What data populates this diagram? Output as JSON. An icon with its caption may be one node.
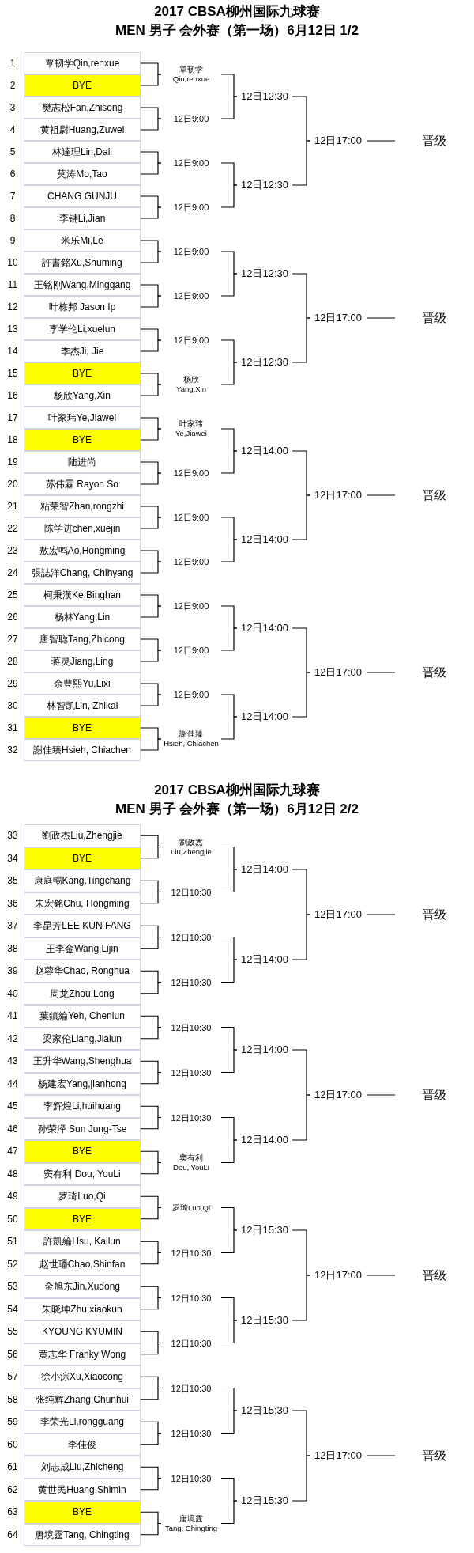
{
  "diagram": {
    "nodes": [
      {
        "text": [
          "覃韧学Qin,renxue"
        ],
        "beside": [
          "1"
        ]
      },
      {
        "text": [
          "BYE"
        ],
        "beside": [
          "2"
        ]
      },
      {
        "text": [
          "樊志松Fan,Zhisong"
        ],
        "beside": [
          "3"
        ]
      },
      {
        "text": [
          "黄祖尉Huang,Zuwei"
        ],
        "beside": [
          "4"
        ]
      },
      {
        "text": [
          "林達理Lin,Dali"
        ],
        "beside": [
          "5"
        ]
      },
      {
        "text": [
          "莫涛Mo,Tao"
        ],
        "beside": [
          "6"
        ]
      },
      {
        "text": [
          "CHANG GUNJU"
        ],
        "beside": [
          "7"
        ]
      },
      {
        "text": [
          "李键Li,Jian"
        ],
        "beside": [
          "8"
        ]
      },
      {
        "text": [
          "米乐Mi,Le"
        ],
        "beside": [
          "9"
        ]
      },
      {
        "text": [
          "許書銘Xu,Shuming"
        ],
        "beside": [
          "10"
        ]
      },
      {
        "text": [
          "王铭刚Wang,Minggang"
        ],
        "beside": [
          "11"
        ]
      },
      {
        "text": [
          "叶栋邦 Jason Ip"
        ],
        "beside": [
          "12"
        ]
      },
      {
        "text": [
          "李学伦Li,xuelun"
        ],
        "beside": [
          "13"
        ]
      },
      {
        "text": [
          "季杰Ji, Jie"
        ],
        "beside": [
          "14"
        ]
      },
      {
        "text": [
          "BYE"
        ],
        "beside": [
          "15"
        ]
      },
      {
        "text": [
          "杨欣Yang,Xin"
        ],
        "beside": [
          "16"
        ]
      },
      {
        "text": [
          "叶家玮Ye,Jiawei"
        ],
        "beside": [
          "17"
        ]
      },
      {
        "text": [
          "BYE"
        ],
        "beside": [
          "18"
        ]
      },
      {
        "text": [
          "陆进尚"
        ],
        "beside": [
          "19"
        ]
      },
      {
        "text": [
          "苏伟霖 Rayon So"
        ],
        "beside": [
          "20"
        ]
      },
      {
        "text": [
          "粘荣智Zhan,rongzhi"
        ],
        "beside": [
          "21"
        ]
      },
      {
        "text": [
          "陈学进chen,xuejin"
        ],
        "beside": [
          "22"
        ]
      },
      {
        "text": [
          "敖宏鸣Ao,Hongming"
        ],
        "beside": [
          "23"
        ]
      },
      {
        "text": [
          "張誌洋Chang, Chihyang"
        ],
        "beside": [
          "24"
        ]
      },
      {
        "text": [
          "柯秉漢Ke,Binghan"
        ],
        "beside": [
          "25"
        ]
      },
      {
        "text": [
          "杨林Yang,Lin"
        ],
        "beside": [
          "26"
        ]
      },
      {
        "text": [
          "唐智聪Tang,Zhicong"
        ],
        "beside": [
          "27"
        ]
      },
      {
        "text": [
          "蒋灵Jiang,Ling"
        ],
        "beside": [
          "28"
        ]
      },
      {
        "text": [
          "余豊熙Yu,Lixi"
        ],
        "beside": [
          "29"
        ]
      },
      {
        "text": [
          "林智凯Lin, Zhikai"
        ],
        "beside": [
          "30"
        ]
      },
      {
        "text": [
          "BYE"
        ],
        "beside": [
          "31"
        ]
      },
      {
        "text": [
          "謝佳臻Hsieh, Chiachen"
        ],
        "beside": [
          "32"
        ]
      },
      {
        "text": [
          "覃韧学",
          "Qin,renxue"
        ]
      },
      {
        "text": [
          "12日9:00"
        ]
      },
      {
        "text": [
          "12日9:00"
        ]
      },
      {
        "text": [
          "12日9:00"
        ]
      },
      {
        "text": [
          "12日9:00"
        ]
      },
      {
        "text": [
          "12日9:00"
        ]
      },
      {
        "text": [
          "12日9:00"
        ]
      },
      {
        "text": [
          "杨欣",
          "Yang,Xin"
        ]
      },
      {
        "text": [
          "叶家玮",
          "Ye,Jiawei"
        ]
      },
      {
        "text": [
          "12日9:00"
        ]
      },
      {
        "text": [
          "12日9:00"
        ]
      },
      {
        "text": [
          "12日9:00"
        ]
      },
      {
        "text": [
          "12日9:00"
        ]
      },
      {
        "text": [
          "12日9:00"
        ]
      },
      {
        "text": [
          "12日9:00"
        ]
      },
      {
        "text": [
          "謝佳臻",
          "Hsieh, Chiachen"
        ]
      },
      {
        "text": [
          "12日12:30"
        ]
      },
      {
        "text": [
          "12日12:30"
        ]
      },
      {
        "text": [
          "12日12:30"
        ]
      },
      {
        "text": [
          "12日12:30"
        ]
      },
      {
        "text": [
          "12日14:00"
        ]
      },
      {
        "text": [
          "12日14:00"
        ]
      },
      {
        "text": [
          "12日14:00"
        ]
      },
      {
        "text": [
          "12日14:00"
        ]
      },
      {
        "text": [
          "12日17:00"
        ]
      },
      {
        "text": [
          "12日17:00"
        ]
      },
      {
        "text": [
          "12日17:00"
        ]
      },
      {
        "text": [
          "12日17:00"
        ]
      },
      {
        "text": [
          "晋级"
        ]
      },
      {
        "text": [
          "晋级"
        ]
      },
      {
        "text": [
          "晋级"
        ]
      },
      {
        "text": [
          "晋级"
        ]
      },
      {
        "text": [
          "劉政杰Liu,Zhengjie"
        ],
        "beside": [
          "33"
        ]
      },
      {
        "text": [
          "BYE"
        ],
        "beside": [
          "34"
        ]
      },
      {
        "text": [
          "康庭暢Kang,Tingchang"
        ],
        "beside": [
          "35"
        ]
      },
      {
        "text": [
          "朱宏銘Chu, Hongming"
        ],
        "beside": [
          "36"
        ]
      },
      {
        "text": [
          "李昆芳LEE KUN FANG"
        ],
        "beside": [
          "37"
        ]
      },
      {
        "text": [
          "王李金Wang,Lijin"
        ],
        "beside": [
          "38"
        ]
      },
      {
        "text": [
          "赵蓉华Chao, Ronghua"
        ],
        "beside": [
          "39"
        ]
      },
      {
        "text": [
          "周龙Zhou,Long"
        ],
        "beside": [
          "40"
        ]
      },
      {
        "text": [
          "葉鎮綸Yeh, Chenlun"
        ],
        "beside": [
          "41"
        ]
      },
      {
        "text": [
          "梁家伦Liang,Jialun"
        ],
        "beside": [
          "42"
        ]
      },
      {
        "text": [
          "王升华Wang,Shenghua"
        ],
        "beside": [
          "43"
        ]
      },
      {
        "text": [
          "杨建宏Yang,jianhong"
        ],
        "beside": [
          "44"
        ]
      },
      {
        "text": [
          "李辉煌Li,huihuang"
        ],
        "beside": [
          "45"
        ]
      },
      {
        "text": [
          "孙荣泽 Sun Jung-Tse"
        ],
        "beside": [
          "46"
        ]
      },
      {
        "text": [
          "BYE"
        ],
        "beside": [
          "47"
        ]
      },
      {
        "text": [
          "窦有利 Dou, YouLi"
        ],
        "beside": [
          "48"
        ]
      },
      {
        "text": [
          "罗琦Luo,Qi"
        ],
        "beside": [
          "49"
        ]
      },
      {
        "text": [
          "BYE"
        ],
        "beside": [
          "50"
        ]
      },
      {
        "text": [
          "許凱綸Hsu, Kailun"
        ],
        "beside": [
          "51"
        ]
      },
      {
        "text": [
          "赵世璠Chao,Shinfan"
        ],
        "beside": [
          "52"
        ]
      },
      {
        "text": [
          "金旭东Jin,Xudong"
        ],
        "beside": [
          "53"
        ]
      },
      {
        "text": [
          "朱晓坤Zhu,xiaokun"
        ],
        "beside": [
          "54"
        ]
      },
      {
        "text": [
          "KYOUNG KYUMIN"
        ],
        "beside": [
          "55"
        ]
      },
      {
        "text": [
          "黄志华 Franky Wong"
        ],
        "beside": [
          "56"
        ]
      },
      {
        "text": [
          "徐小淙Xu,Xiaocong"
        ],
        "beside": [
          "57"
        ]
      },
      {
        "text": [
          "张纯辉Zhang,Chunhui"
        ],
        "beside": [
          "58"
        ]
      },
      {
        "text": [
          "李荣光Li,rongguang"
        ],
        "beside": [
          "59"
        ]
      },
      {
        "text": [
          "李佳俊"
        ],
        "beside": [
          "60"
        ]
      },
      {
        "text": [
          "刘志成Liu,Zhicheng"
        ],
        "beside": [
          "61"
        ]
      },
      {
        "text": [
          "黄世民Huang,Shimin"
        ],
        "beside": [
          "62"
        ]
      },
      {
        "text": [
          "BYE"
        ],
        "beside": [
          "63"
        ]
      },
      {
        "text": [
          "唐境霆Tang, Chingting"
        ],
        "beside": [
          "64"
        ]
      },
      {
        "text": [
          "劉政杰",
          "Liu,Zhengjie"
        ]
      },
      {
        "text": [
          "12日10:30"
        ]
      },
      {
        "text": [
          "12日10:30"
        ]
      },
      {
        "text": [
          "12日10:30"
        ]
      },
      {
        "text": [
          "12日10:30"
        ]
      },
      {
        "text": [
          "12日10:30"
        ]
      },
      {
        "text": [
          "12日10:30"
        ]
      },
      {
        "text": [
          "窦有利",
          "Dou, YouLi"
        ]
      },
      {
        "text": [
          "罗琦Luo,Qi"
        ]
      },
      {
        "text": [
          "12日10:30"
        ]
      },
      {
        "text": [
          "12日10:30"
        ]
      },
      {
        "text": [
          "12日10:30"
        ]
      },
      {
        "text": [
          "12日10:30"
        ]
      },
      {
        "text": [
          "12日10:30"
        ]
      },
      {
        "text": [
          "12日10:30"
        ]
      },
      {
        "text": [
          "唐境霆",
          "Tang, Chingting"
        ]
      },
      {
        "text": [
          "12日14:00"
        ]
      },
      {
        "text": [
          "12日14:00"
        ]
      },
      {
        "text": [
          "12日14:00"
        ]
      },
      {
        "text": [
          "12日14:00"
        ]
      },
      {
        "text": [
          "12日15:30"
        ]
      },
      {
        "text": [
          "12日15:30"
        ]
      },
      {
        "text": [
          "12日15:30"
        ]
      },
      {
        "text": [
          "12日15:30"
        ]
      },
      {
        "text": [
          "12日17:00"
        ]
      },
      {
        "text": [
          "12日17:00"
        ]
      },
      {
        "text": [
          "12日17:00"
        ]
      },
      {
        "text": [
          "12日17:00"
        ]
      },
      {
        "text": [
          "晋级"
        ]
      },
      {
        "text": [
          "晋级"
        ]
      },
      {
        "text": [
          "晋级"
        ]
      },
      {
        "text": [
          "晋级"
        ]
      }
    ],
    "edges": [
      {
        "from": 0,
        "to": 32,
        "arrow": "none"
      },
      {
        "from": 1,
        "to": 32,
        "arrow": "none"
      },
      {
        "from": 2,
        "to": 33,
        "arrow": "none"
      },
      {
        "from": 3,
        "to": 33,
        "arrow": "none"
      },
      {
        "from": 4,
        "to": 34,
        "arrow": "none"
      },
      {
        "from": 5,
        "to": 34,
        "arrow": "none"
      },
      {
        "from": 6,
        "to": 35,
        "arrow": "none"
      },
      {
        "from": 7,
        "to": 35,
        "arrow": "none"
      },
      {
        "from": 8,
        "to": 36,
        "arrow": "none"
      },
      {
        "from": 9,
        "to": 36,
        "arrow": "none"
      },
      {
        "from": 10,
        "to": 37,
        "arrow": "none"
      },
      {
        "from": 11,
        "to": 37,
        "arrow": "none"
      },
      {
        "from": 12,
        "to": 38,
        "arrow": "none"
      },
      {
        "from": 13,
        "to": 38,
        "arrow": "none"
      },
      {
        "from": 14,
        "to": 39,
        "arrow": "none"
      },
      {
        "from": 15,
        "to": 39,
        "arrow": "none"
      },
      {
        "from": 16,
        "to": 40,
        "arrow": "none"
      },
      {
        "from": 17,
        "to": 40,
        "arrow": "none"
      },
      {
        "from": 18,
        "to": 41,
        "arrow": "none"
      },
      {
        "from": 19,
        "to": 41,
        "arrow": "none"
      },
      {
        "from": 20,
        "to": 42,
        "arrow": "none"
      },
      {
        "from": 21,
        "to": 42,
        "arrow": "none"
      },
      {
        "from": 22,
        "to": 43,
        "arrow": "none"
      },
      {
        "from": 23,
        "to": 43,
        "arrow": "none"
      },
      {
        "from": 24,
        "to": 44,
        "arrow": "none"
      },
      {
        "from": 25,
        "to": 44,
        "arrow": "none"
      },
      {
        "from": 26,
        "to": 45,
        "arrow": "none"
      },
      {
        "from": 27,
        "to": 45,
        "arrow": "none"
      },
      {
        "from": 28,
        "to": 46,
        "arrow": "none"
      },
      {
        "from": 29,
        "to": 46,
        "arrow": "none"
      },
      {
        "from": 30,
        "to": 47,
        "arrow": "none"
      },
      {
        "from": 31,
        "to": 47,
        "arrow": "none"
      },
      {
        "from": 32,
        "to": 48,
        "arrow": "none"
      },
      {
        "from": 33,
        "to": 48,
        "arrow": "none"
      },
      {
        "from": 34,
        "to": 49,
        "arrow": "none"
      },
      {
        "from": 35,
        "to": 49,
        "arrow": "none"
      },
      {
        "from": 36,
        "to": 50,
        "arrow": "none"
      },
      {
        "from": 37,
        "to": 50,
        "arrow": "none"
      },
      {
        "from": 38,
        "to": 51,
        "arrow": "none"
      },
      {
        "from": 39,
        "to": 51,
        "arrow": "none"
      },
      {
        "from": 40,
        "to": 52,
        "arrow": "none"
      },
      {
        "from": 41,
        "to": 52,
        "arrow": "none"
      },
      {
        "from": 42,
        "to": 53,
        "arrow": "none"
      },
      {
        "from": 43,
        "to": 53,
        "arrow": "none"
      },
      {
        "from": 44,
        "to": 54,
        "arrow": "none"
      },
      {
        "from": 45,
        "to": 54,
        "arrow": "none"
      },
      {
        "from": 46,
        "to": 55,
        "arrow": "none"
      },
      {
        "from": 47,
        "to": 55,
        "arrow": "none"
      },
      {
        "from": 48,
        "to": 56,
        "arrow": "none"
      },
      {
        "from": 49,
        "to": 56,
        "arrow": "none"
      },
      {
        "from": 50,
        "to": 57,
        "arrow": "none"
      },
      {
        "from": 51,
        "to": 57,
        "arrow": "none"
      },
      {
        "from": 52,
        "to": 58,
        "arrow": "none"
      },
      {
        "from": 53,
        "to": 58,
        "arrow": "none"
      },
      {
        "from": 54,
        "to": 59,
        "arrow": "none"
      },
      {
        "from": 55,
        "to": 59,
        "arrow": "none"
      },
      {
        "from": 56,
        "to": 60,
        "arrow": "none"
      },
      {
        "from": 57,
        "to": 61,
        "arrow": "none"
      },
      {
        "from": 58,
        "to": 62,
        "arrow": "none"
      },
      {
        "from": 59,
        "to": 63,
        "arrow": "none"
      },
      {
        "from": 64,
        "to": 96,
        "arrow": "none"
      },
      {
        "from": 65,
        "to": 96,
        "arrow": "none"
      },
      {
        "from": 66,
        "to": 97,
        "arrow": "none"
      },
      {
        "from": 67,
        "to": 97,
        "arrow": "none"
      },
      {
        "from": 68,
        "to": 98,
        "arrow": "none"
      },
      {
        "from": 69,
        "to": 98,
        "arrow": "none"
      },
      {
        "from": 70,
        "to": 99,
        "arrow": "none"
      },
      {
        "from": 71,
        "to": 99,
        "arrow": "none"
      },
      {
        "from": 72,
        "to": 100,
        "arrow": "none"
      },
      {
        "from": 73,
        "to": 100,
        "arrow": "none"
      },
      {
        "from": 74,
        "to": 101,
        "arrow": "none"
      },
      {
        "from": 75,
        "to": 101,
        "arrow": "none"
      },
      {
        "from": 76,
        "to": 102,
        "arrow": "none"
      },
      {
        "from": 77,
        "to": 102,
        "arrow": "none"
      },
      {
        "from": 78,
        "to": 103,
        "arrow": "none"
      },
      {
        "from": 79,
        "to": 103,
        "arrow": "none"
      },
      {
        "from": 80,
        "to": 104,
        "arrow": "none"
      },
      {
        "from": 81,
        "to": 104,
        "arrow": "none"
      },
      {
        "from": 82,
        "to": 105,
        "arrow": "none"
      },
      {
        "from": 83,
        "to": 105,
        "arrow": "none"
      },
      {
        "from": 84,
        "to": 106,
        "arrow": "none"
      },
      {
        "from": 85,
        "to": 106,
        "arrow": "none"
      },
      {
        "from": 86,
        "to": 107,
        "arrow": "none"
      },
      {
        "from": 87,
        "to": 107,
        "arrow": "none"
      },
      {
        "from": 88,
        "to": 108,
        "arrow": "none"
      },
      {
        "from": 89,
        "to": 108,
        "arrow": "none"
      },
      {
        "from": 90,
        "to": 109,
        "arrow": "none"
      },
      {
        "from": 91,
        "to": 109,
        "arrow": "none"
      },
      {
        "from": 92,
        "to": 110,
        "arrow": "none"
      },
      {
        "from": 93,
        "to": 110,
        "arrow": "none"
      },
      {
        "from": 94,
        "to": 111,
        "arrow": "none"
      },
      {
        "from": 95,
        "to": 111,
        "arrow": "none"
      },
      {
        "from": 96,
        "to": 112,
        "arrow": "none"
      },
      {
        "from": 97,
        "to": 112,
        "arrow": "none"
      },
      {
        "from": 98,
        "to": 113,
        "arrow": "none"
      },
      {
        "from": 99,
        "to": 113,
        "arrow": "none"
      },
      {
        "from": 100,
        "to": 114,
        "arrow": "none"
      },
      {
        "from": 101,
        "to": 114,
        "arrow": "none"
      },
      {
        "from": 102,
        "to": 115,
        "arrow": "none"
      },
      {
        "from": 103,
        "to": 115,
        "arrow": "none"
      },
      {
        "from": 104,
        "to": 116,
        "arrow": "none"
      },
      {
        "from": 105,
        "to": 116,
        "arrow": "none"
      },
      {
        "from": 106,
        "to": 117,
        "arrow": "none"
      },
      {
        "from": 107,
        "to": 117,
        "arrow": "none"
      },
      {
        "from": 108,
        "to": 118,
        "arrow": "none"
      },
      {
        "from": 109,
        "to": 118,
        "arrow": "none"
      },
      {
        "from": 110,
        "to": 119,
        "arrow": "none"
      },
      {
        "from": 111,
        "to": 119,
        "arrow": "none"
      },
      {
        "from": 112,
        "to": 120,
        "arrow": "none"
      },
      {
        "from": 113,
        "to": 120,
        "arrow": "none"
      },
      {
        "from": 114,
        "to": 121,
        "arrow": "none"
      },
      {
        "from": 115,
        "to": 121,
        "arrow": "none"
      },
      {
        "from": 116,
        "to": 122,
        "arrow": "none"
      },
      {
        "from": 117,
        "to": 122,
        "arrow": "none"
      },
      {
        "from": 118,
        "to": 123,
        "arrow": "none"
      },
      {
        "from": 119,
        "to": 123,
        "arrow": "none"
      },
      {
        "from": 120,
        "to": 124,
        "arrow": "none"
      },
      {
        "from": 121,
        "to": 125,
        "arrow": "none"
      },
      {
        "from": 122,
        "to": 126,
        "arrow": "none"
      },
      {
        "from": 123,
        "to": 127,
        "arrow": "none"
      }
    ],
    "labels": [
      "2017 CBSA柳州国际九球赛",
      "MEN 男子 会外赛（第一场）6月12日 1/2",
      "2017 CBSA柳州国际九球赛",
      "MEN 男子 会外赛（第一场）6月12日 2/2"
    ]
  }
}
